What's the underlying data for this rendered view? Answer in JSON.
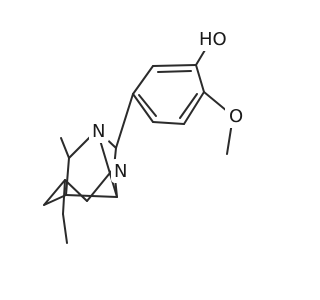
{
  "atoms": {
    "hydroxyl_oxygen": "HO",
    "methoxy_oxygen": "O",
    "bridge_nitrogen_top": "N",
    "bridge_nitrogen_bottom": "N"
  },
  "colors": {
    "bond": "#2b2b2b",
    "label": "#1a1a1a",
    "background": "#ffffff"
  }
}
